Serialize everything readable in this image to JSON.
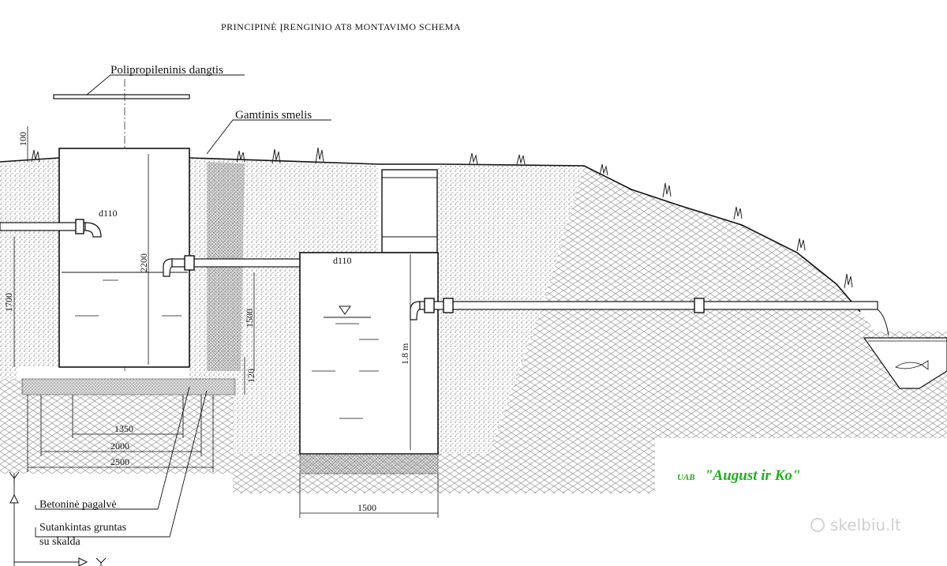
{
  "title": "PRINCIPINĖ ĮRENGINIO AT8 MONTAVIMO SCHEMA",
  "labels": {
    "lid": "Polipropileninis dangtis",
    "sand": "Gamtinis smelis",
    "concrete_pad": "Betoninė pagalvė",
    "compacted_soil_line1": "Sutankintas gruntas",
    "compacted_soil_line2": "su skalda"
  },
  "dimensions": {
    "d100": "100",
    "d2200": "2200",
    "d1700": "1700",
    "d1500v": "1500",
    "d120": "120",
    "d1350": "1350",
    "d2000": "2000",
    "d2500": "2500",
    "d1500h": "1500",
    "d18m": "1.8 m",
    "pipe1": "d110",
    "pipe2": "d110"
  },
  "company": {
    "prefix": "UAB",
    "name": "\"August ir Ko\""
  },
  "watermark": "skelbiu.lt",
  "colors": {
    "line": "#111111",
    "company": "#19b319",
    "hatch": "#9a9a9a"
  }
}
